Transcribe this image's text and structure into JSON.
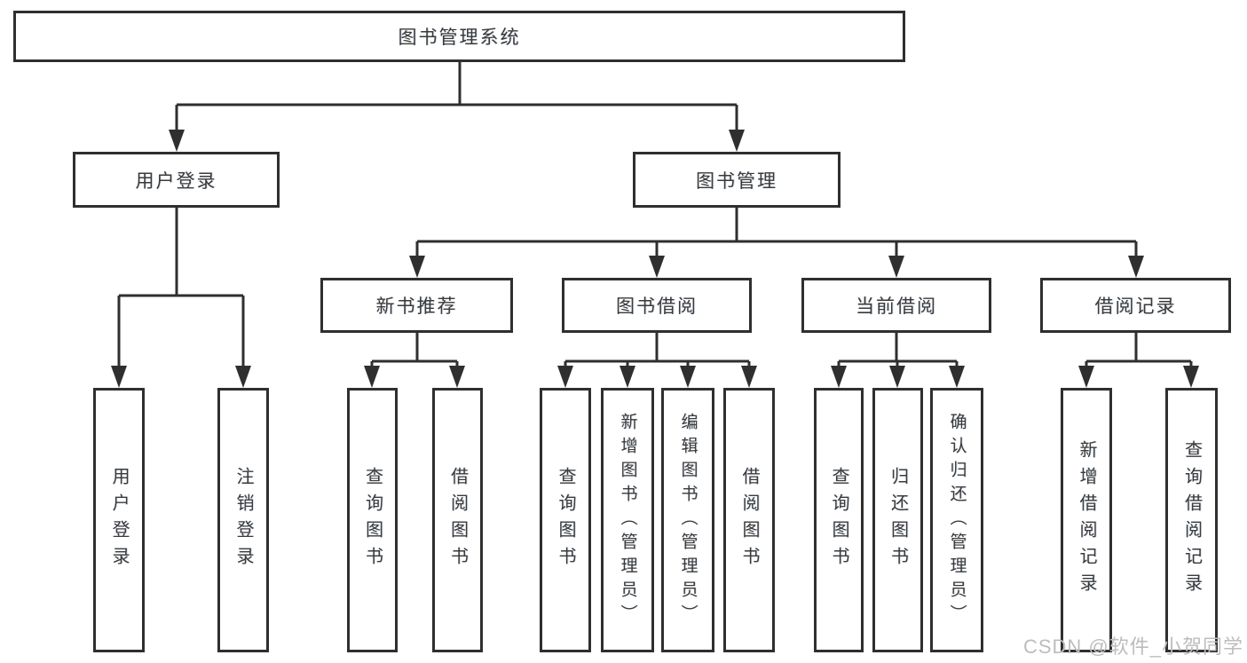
{
  "diagram": {
    "title": "图书管理系统",
    "level2": [
      {
        "label": "用户登录"
      },
      {
        "label": "图书管理"
      }
    ],
    "level3": [
      {
        "label": "新书推荐"
      },
      {
        "label": "图书借阅"
      },
      {
        "label": "当前借阅"
      },
      {
        "label": "借阅记录"
      }
    ],
    "leaves": {
      "user": [
        "用户登录",
        "注销登录"
      ],
      "new_books": [
        "查询图书",
        "借阅图书"
      ],
      "borrow": [
        "查询图书",
        "新增图书（管理员）",
        "编辑图书（管理员）",
        "借阅图书"
      ],
      "current": [
        "查询图书",
        "归还图书",
        "确认归还（管理员）"
      ],
      "records": [
        "新增借阅记录",
        "查询借阅记录"
      ]
    },
    "watermark": "CSDN @软件_小贺同学",
    "colors": {
      "line": "#2f2f2f",
      "box_border": "#2f2f2f",
      "text": "#3a3a3a",
      "watermark": "#bdbdbd",
      "background": "#ffffff"
    }
  }
}
